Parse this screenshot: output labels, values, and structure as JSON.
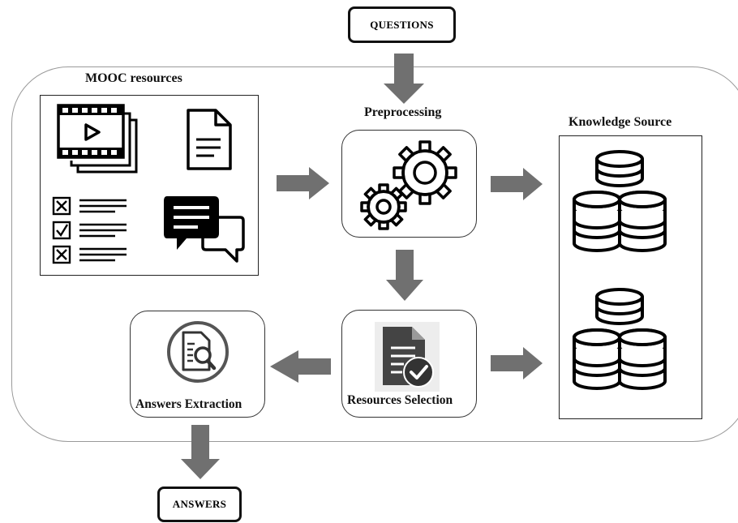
{
  "terminals": {
    "input": "QUESTIONS",
    "output": "ANSWERS"
  },
  "titles": {
    "mooc": "MOOC resources",
    "preprocessing": "Preprocessing",
    "knowledge": "Knowledge Source",
    "selection": "Resources Selection",
    "extraction": "Answers Extraction"
  },
  "colors": {
    "arrow": "#707070",
    "outline": "#111111",
    "container": "#9a9a9a"
  },
  "icons": {
    "mooc": [
      "video-stack-icon",
      "document-icon",
      "quiz-checklist-icon",
      "chat-bubbles-icon"
    ],
    "preprocessing": "gears-icon",
    "knowledge": "database-stack-icon",
    "selection": "document-check-icon",
    "extraction": "document-search-icon"
  }
}
